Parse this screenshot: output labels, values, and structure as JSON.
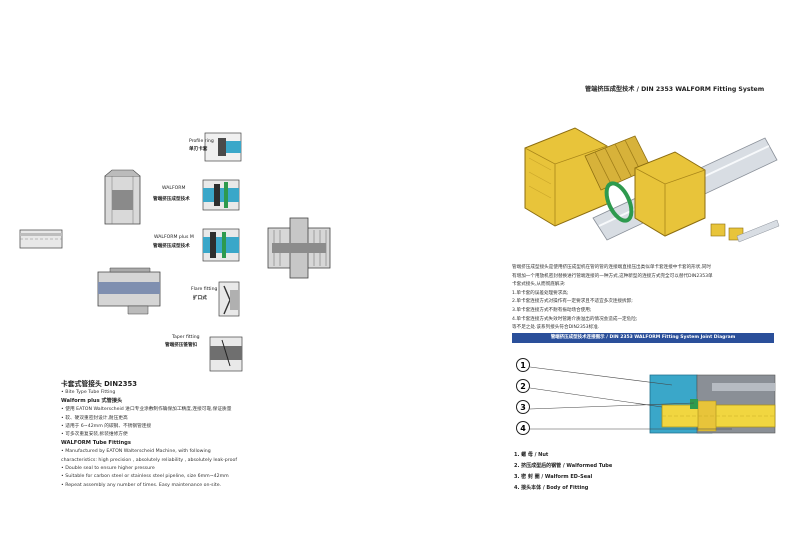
{
  "header": {
    "title": "管端挤压成型技术 / DIN 2353 WALFORM Fitting System"
  },
  "labels": {
    "profile_ring_en": "Profile ring",
    "profile_ring_cn": "单刃卡套",
    "walform_en": "WALFORM",
    "walform_cn": "管端挤压成型技术",
    "walform_plus_en": "WALFORM plus M",
    "walform_plus_cn": "管端挤压成型技术",
    "flare_en": "Flare fitting",
    "flare_cn": "扩口式",
    "taper_en": "Taper fitting",
    "taper_cn": "管端挤压锥管扣"
  },
  "intro": {
    "lines": [
      "管端挤压成型接头是使用挤压成型机在管的管的连接端直接压出类似单卡套连接中卡套的形状,同时",
      "有增加一个用放机密封替换进行管端连接的一种方式,这种新型的连接方式完全可以替代DIN2353单",
      "卡套式接头,从而彻底解决:",
      "1.单卡套的误差处理要求高;",
      "2.单卡套连接方式对操作有一定要求且不适宜多次连接拆卸;",
      "3.单卡套连接方式不耐有振动场合使用;",
      "4.单卡套连接方式失效时管路介质溢出的情况会造成一定危险;",
      "等不足之处.该系列接头符合DIN2353标准."
    ]
  },
  "diagram": {
    "banner": "管端挤压成型技术连接图示 / DIN 2353 WALFORM Fitting System Joint Diagram",
    "markers": [
      "1",
      "2",
      "3",
      "4"
    ],
    "legend": [
      "1.  螺      母 / Nut",
      "2.  挤压成型后的钢管 / Walformed Tube",
      "3.  密  封  圈 / Walform ED-Seal",
      "4.  接头本体 / Body of Fitting"
    ]
  },
  "left_text": {
    "title": "卡套式管接头 DIN2353",
    "subtitle": "• Bite Type Tube Fitting",
    "walform_plus_heading": "Walform plus 式管接头",
    "cn_points": [
      "• 使用 EATON Walterscheid 进口专业涂敷制作确保加工精度,连接可靠,保证质量",
      "• 软、硬双重密封设计,耐压更高",
      "• 适用于 6~42mm 的碳钢、不锈钢管连接",
      "• 可多次重复安装,拆装维修方便"
    ],
    "fittings_heading": "WALFORM Tube Fittings",
    "en_points": [
      "• Manufactured by EATON Walterscheid Machine, with following",
      "   characteristics: high precision , absolutely reliability , absolutely leak-proof",
      "• Double seal to ensure higher pressure",
      "• Suitable for carbon steel or stainless steel pipeline, size 6mm~42mm",
      "• Repeat assembly any number of times. Easy maintenance on-site."
    ]
  },
  "colors": {
    "banner_blue": "#2a4f9a",
    "fitting_cyan": "#3aa7c9",
    "brass_yellow": "#e8c43a",
    "seal_green": "#2e9a4e"
  }
}
